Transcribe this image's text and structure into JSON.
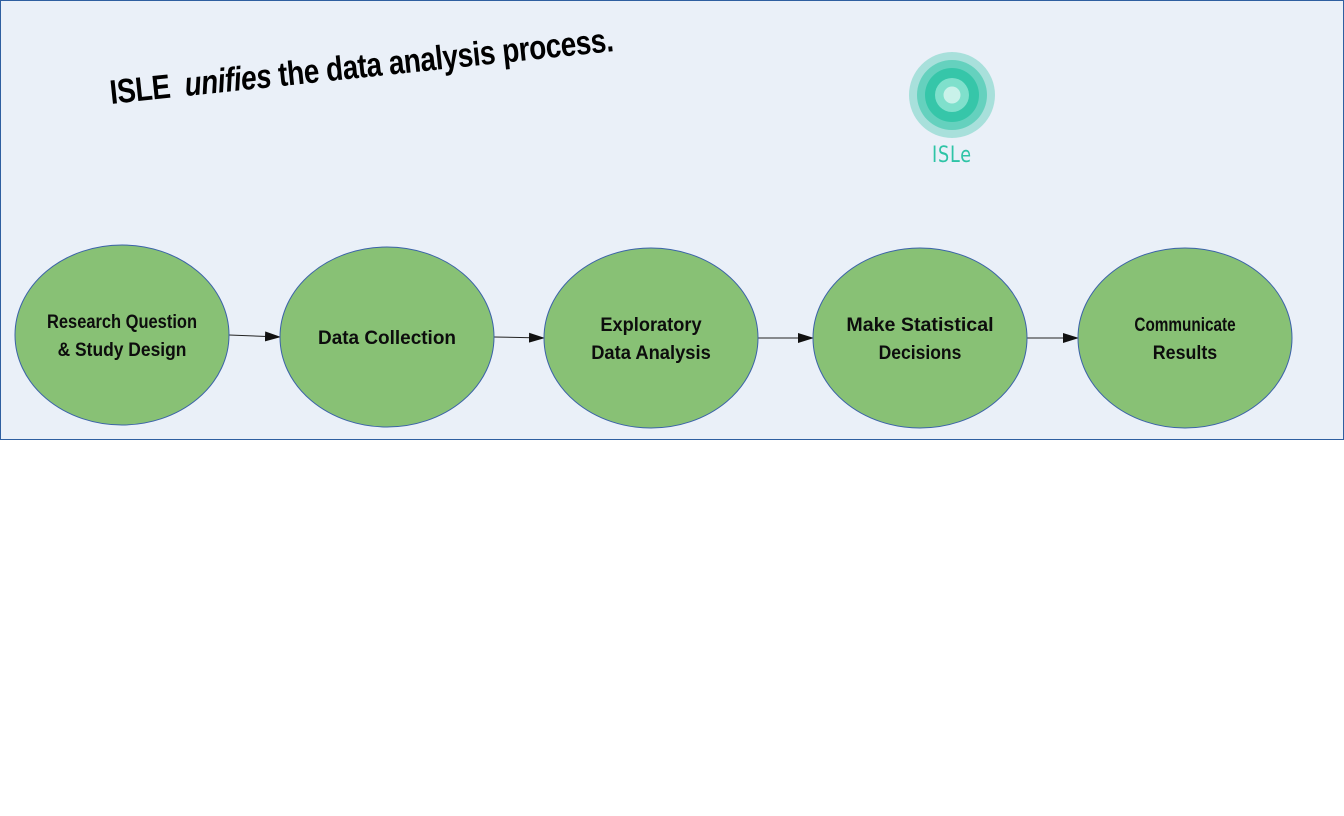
{
  "headline": {
    "brand": "ISLE",
    "emphasis": "unifies",
    "rest": "the data analysis process."
  },
  "logo": {
    "icon": "isle-logo-icon",
    "text": "ISLe"
  },
  "colors": {
    "panel_bg": "#eaf0f8",
    "node_fill": "#88c175",
    "node_stroke": "#3b62a8",
    "logo_accent": "#2ec4a6",
    "arrow": "#000000"
  },
  "steps": [
    {
      "lines": [
        "Research Question",
        "& Study Design"
      ]
    },
    {
      "lines": [
        "Data Collection"
      ]
    },
    {
      "lines": [
        "Exploratory",
        "Data Analysis"
      ]
    },
    {
      "lines": [
        "Make Statistical",
        "Decisions"
      ]
    },
    {
      "lines": [
        "Communicate",
        "Results"
      ]
    }
  ]
}
